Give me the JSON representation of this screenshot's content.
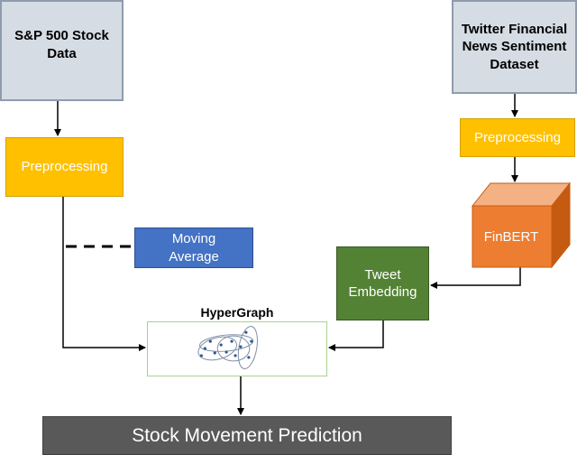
{
  "nodes": {
    "sp500": "S&P 500 Stock Data",
    "twitter": "Twitter Financial News Sentiment Dataset",
    "preprocessing_left": "Preprocessing",
    "preprocessing_right": "Preprocessing",
    "moving_average": "Moving Average",
    "finbert": "FinBERT",
    "tweet_embedding": "Tweet Embedding",
    "hypergraph": "HyperGraph",
    "prediction": "Stock Movement Prediction"
  },
  "colors": {
    "source": "#d5dce4",
    "preprocessing": "#ffc000",
    "moving_average": "#4472c4",
    "finbert": "#ed7d31",
    "tweet_embedding": "#548235",
    "hypergraph_border": "#a9d18e",
    "prediction": "#595959"
  },
  "edges": [
    {
      "from": "sp500",
      "to": "preprocessing_left"
    },
    {
      "from": "twitter",
      "to": "preprocessing_right"
    },
    {
      "from": "preprocessing_right",
      "to": "finbert"
    },
    {
      "from": "finbert",
      "to": "tweet_embedding"
    },
    {
      "from": "preprocessing_left",
      "to": "hypergraph"
    },
    {
      "from": "tweet_embedding",
      "to": "hypergraph"
    },
    {
      "from": "moving_average",
      "to": "preprocessing_left",
      "style": "dashed"
    },
    {
      "from": "hypergraph",
      "to": "prediction"
    }
  ]
}
